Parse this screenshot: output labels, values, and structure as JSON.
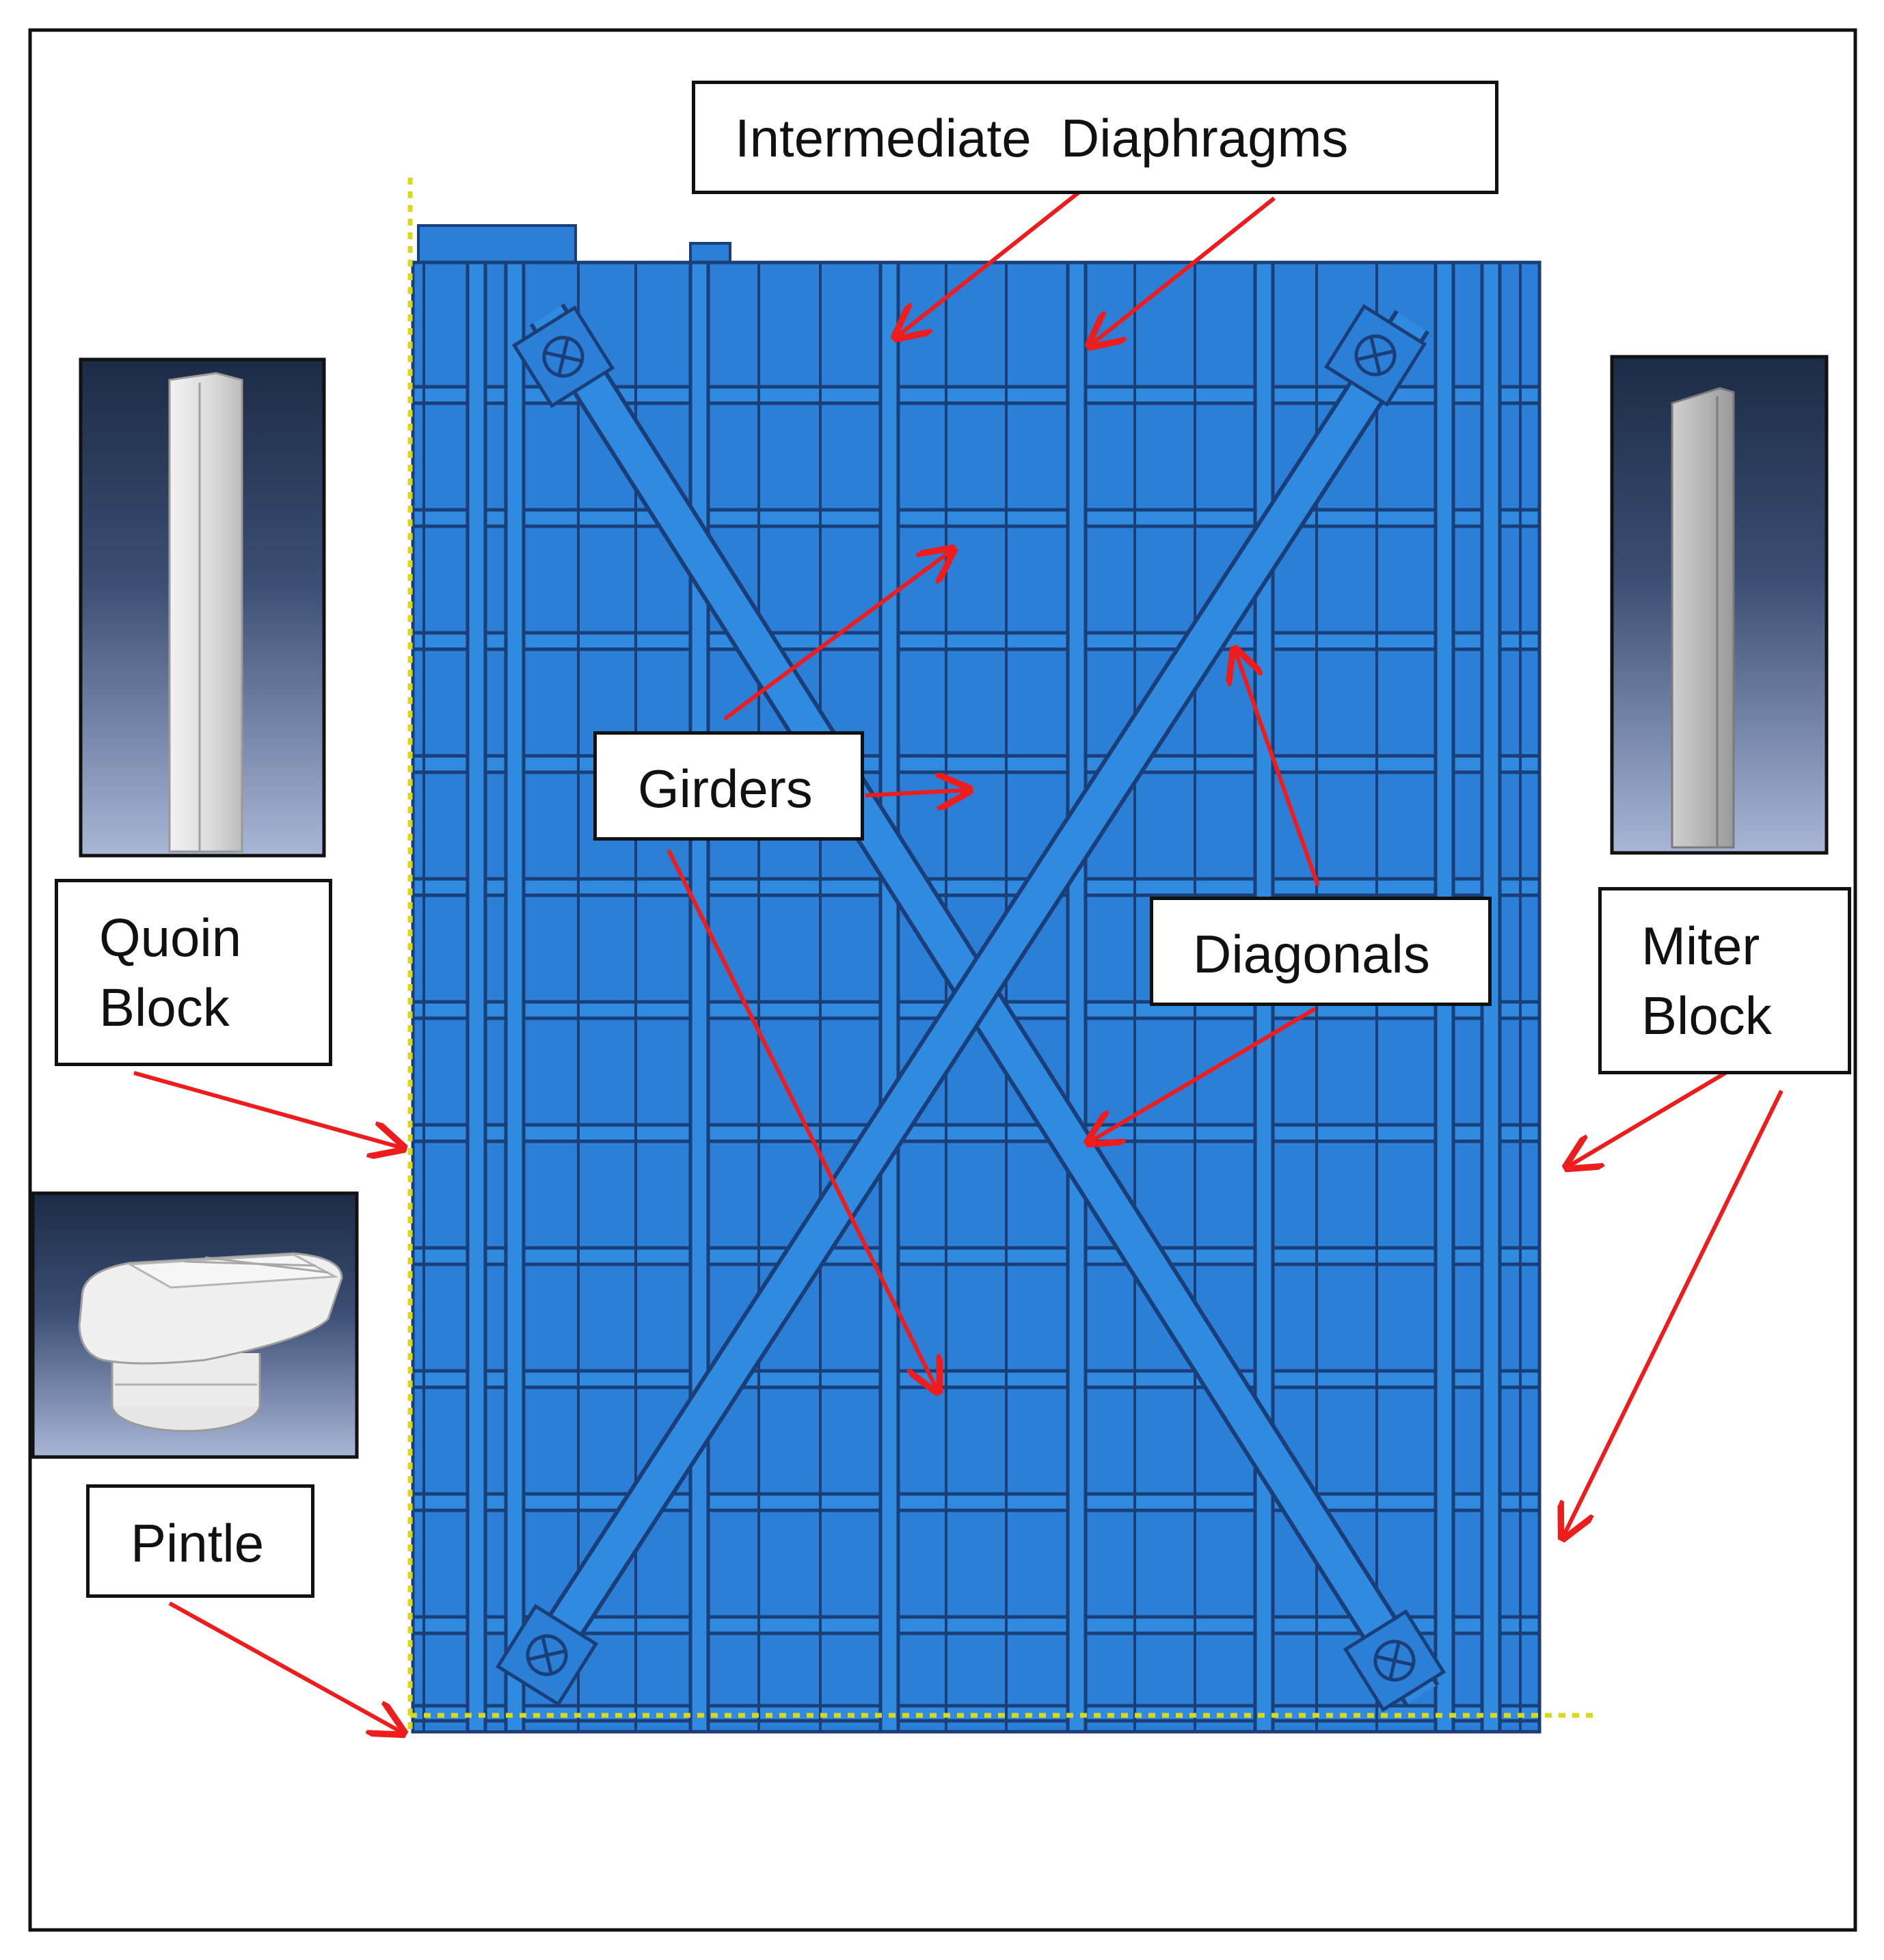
{
  "labels": {
    "intermediate_diaphragms": "Intermediate  Diaphragms",
    "girders": "Girders",
    "diagonals": "Diagonals",
    "quoin_block_line1": "Quoin",
    "quoin_block_line2": "Block",
    "miter_block_line1": "Miter",
    "miter_block_line2": "Block",
    "pintle": "Pintle"
  },
  "colors": {
    "gate_fill": "#2b7fd6",
    "gate_line": "#1a3f78",
    "arrow": "#ee1c1c",
    "inset_bg_top": "#1c2b45",
    "inset_bg_bottom": "#a9b6d6",
    "support_dots": "#d8d81e"
  },
  "icons": {
    "quoin_inset": "vertical-block-render",
    "miter_inset": "vertical-block-render",
    "pintle_inset": "pintle-render"
  }
}
